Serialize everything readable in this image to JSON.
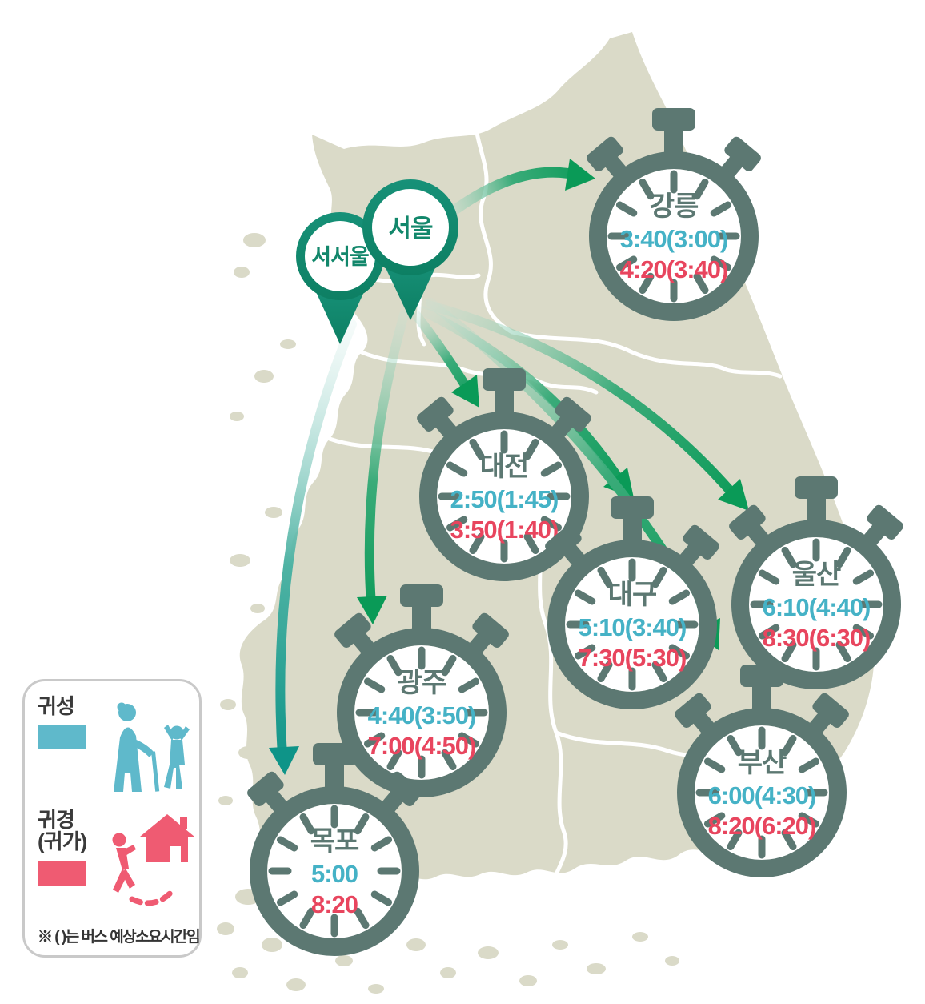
{
  "legend": {
    "homecoming_label": "귀성",
    "return_label_line1": "귀경",
    "return_label_line2": "(귀가)",
    "note": "※ ( )는 버스 예상소요시간임"
  },
  "origins": [
    {
      "label": "서서울"
    },
    {
      "label": "서울"
    }
  ],
  "cities": [
    {
      "name": "강릉",
      "homecoming": "3:40(3:00)",
      "returning": "4:20(3:40)"
    },
    {
      "name": "대전",
      "homecoming": "2:50(1:45)",
      "returning": "3:50(1:40)"
    },
    {
      "name": "대구",
      "homecoming": "5:10(3:40)",
      "returning": "7:30(5:30)"
    },
    {
      "name": "울산",
      "homecoming": "6:10(4:40)",
      "returning": "8:30(6:30)"
    },
    {
      "name": "광주",
      "homecoming": "4:40(3:50)",
      "returning": "7:00(4:50)"
    },
    {
      "name": "부산",
      "homecoming": "6:00(4:30)",
      "returning": "8:20(6:20)"
    },
    {
      "name": "목포",
      "homecoming": "5:00",
      "returning": "8:20"
    }
  ],
  "colors": {
    "homecoming_blue": "#45b2c6",
    "returning_red": "#e8455e",
    "pin_teal": "#12876b",
    "stopwatch_body": "#5c7872",
    "arrow_green": "#0a9a57",
    "arrow_teal": "#0e9488",
    "land": "#dadac8"
  }
}
